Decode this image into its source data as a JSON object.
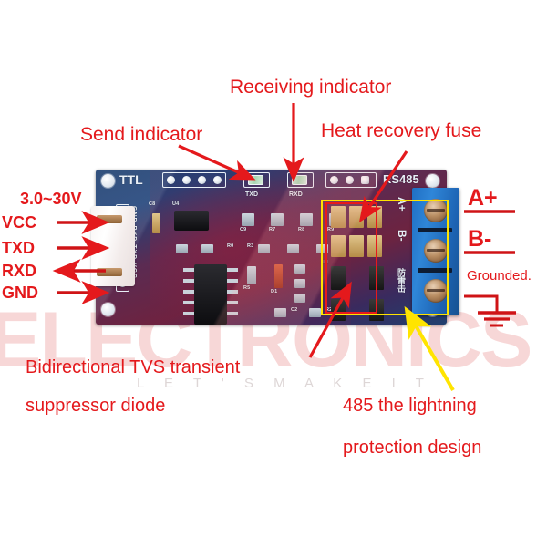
{
  "image": {
    "subject": "RS485 to TTL serial converter module (MAX485) annotated diagram",
    "background_color": "#ffffff",
    "annotation_color": "#e4191c",
    "highlight_yellow": "#ffe400",
    "highlight_red": "#e8191c"
  },
  "watermark": {
    "main": "ELECTRONICS",
    "sub": "L E T ' S   M A K E   I T"
  },
  "annotations": {
    "send_indicator": "Send indicator",
    "receiving_indicator": "Receiving indicator",
    "heat_recovery_fuse": "Heat recovery fuse",
    "tvs_line1": "Bidirectional TVS transient",
    "tvs_line2": "suppressor diode",
    "lightning_line1": "485 the lightning",
    "lightning_line2": "protection design",
    "grounded": "Grounded."
  },
  "left_pins": {
    "voltage": "3.0~30V",
    "items": [
      {
        "label": "VCC",
        "direction": "in"
      },
      {
        "label": "TXD",
        "direction": "in"
      },
      {
        "label": "RXD",
        "direction": "out"
      },
      {
        "label": "GND",
        "direction": "in"
      }
    ]
  },
  "right_terminals": [
    {
      "label": "A+"
    },
    {
      "label": "B-"
    },
    {
      "label": "Grounded."
    }
  ],
  "pcb_silkscreen": {
    "header_left": "TTL",
    "header_right": "RS485",
    "led_labels": [
      "TXD",
      "RXD"
    ],
    "pin_row": "GND RXD TXD VCC",
    "terminal_labels": [
      "B-",
      "A+"
    ],
    "refdes": [
      "C8",
      "U4",
      "C9",
      "R7",
      "R8",
      "R9",
      "R0",
      "R3",
      "C1",
      "R5",
      "U1",
      "D1",
      "C2",
      "R2",
      "R4"
    ],
    "chinese_label": "防雷击"
  }
}
